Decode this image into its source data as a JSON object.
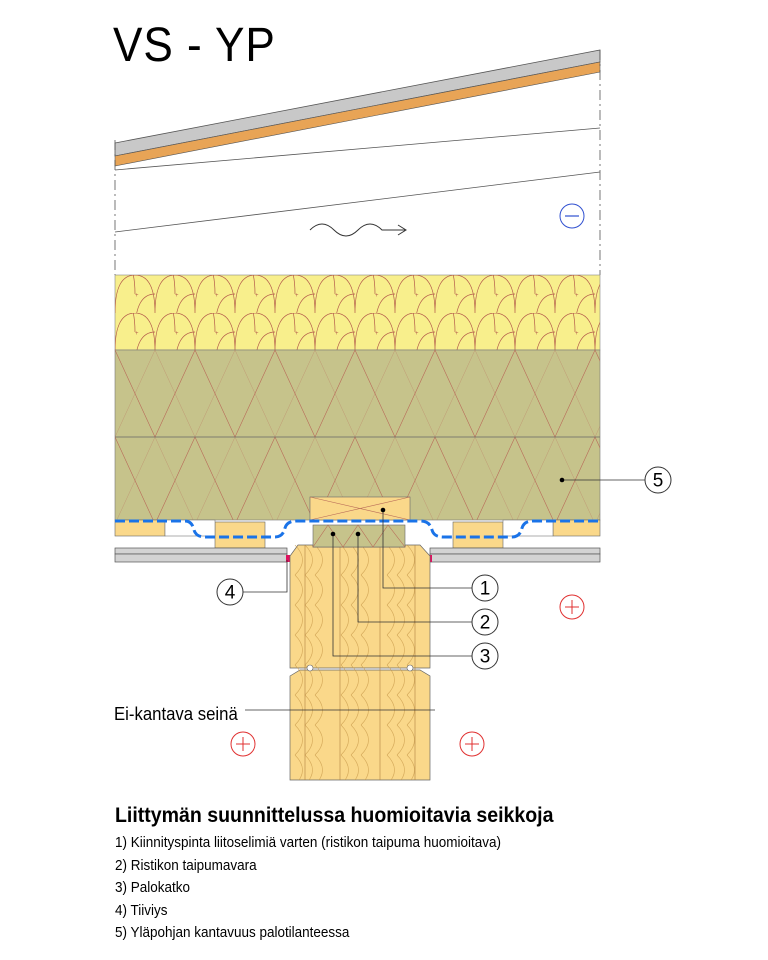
{
  "title": "VS - YP",
  "drawing": {
    "wall_label": "Ei-kantava seinä",
    "callouts": [
      "1",
      "2",
      "3",
      "4",
      "5"
    ],
    "pressure_symbols": {
      "outside": "minus",
      "inside": "plus"
    },
    "colors": {
      "insulation": "#f8ef8c",
      "wood_fiber": "#c6c38b",
      "timber": "#fad88a",
      "membrane": "#1a73e8",
      "seal": "#e0115f"
    }
  },
  "notes": {
    "heading": "Liittymän suunnittelussa huomioitavia seikkoja",
    "items": [
      "1) Kiinnityspinta liitoselimiä varten (ristikon taipuma huomioitava)",
      "2) Ristikon taipumavara",
      "3) Palokatko",
      "4) Tiiviys",
      "5) Yläpohjan kantavuus palotilanteessa"
    ]
  }
}
